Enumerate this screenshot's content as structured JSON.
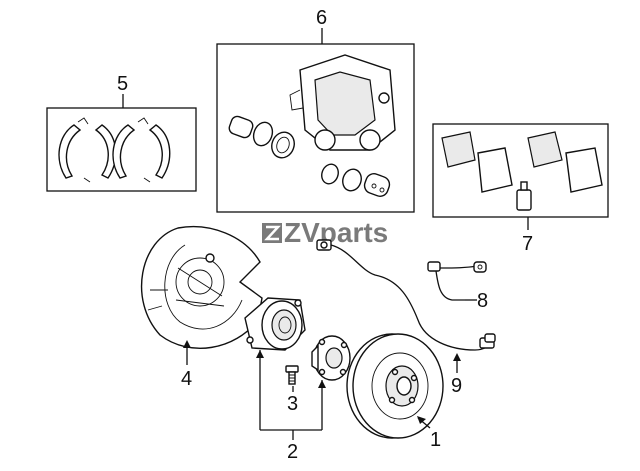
{
  "watermark": {
    "text": "ZVparts",
    "icon": "z-logo-icon"
  },
  "callouts": {
    "c1": "1",
    "c2": "2",
    "c3": "3",
    "c4": "4",
    "c5": "5",
    "c6": "6",
    "c7": "7",
    "c8": "8",
    "c9": "9"
  }
}
